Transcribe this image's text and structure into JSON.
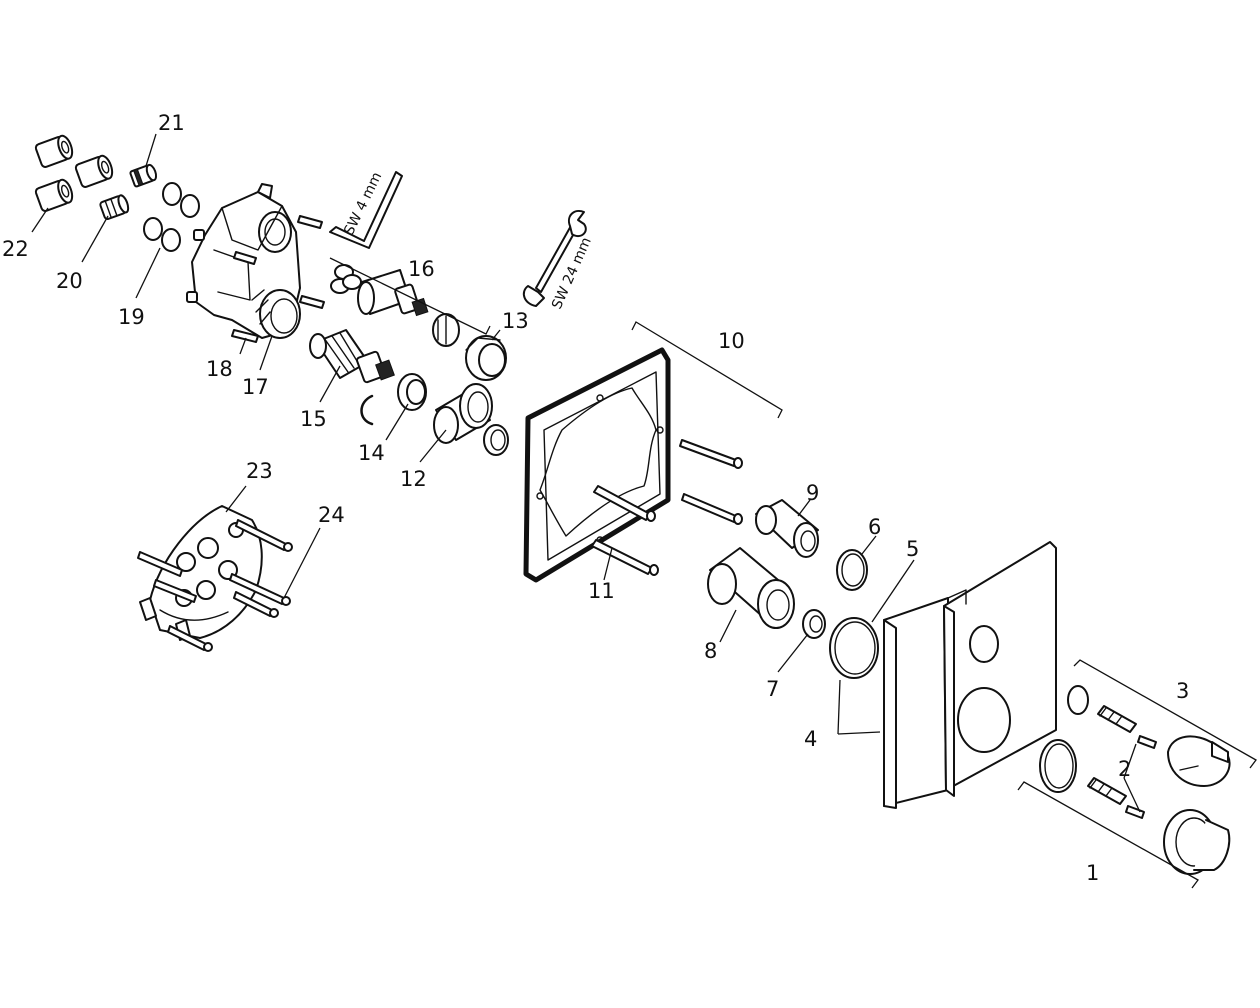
{
  "callouts": [
    "1",
    "2",
    "3",
    "4",
    "5",
    "6",
    "7",
    "8",
    "9",
    "10",
    "11",
    "12",
    "13",
    "14",
    "15",
    "16",
    "17",
    "18",
    "19",
    "20",
    "21",
    "22",
    "23",
    "24"
  ],
  "tools": {
    "hex_key": "SW 4 mm",
    "wrench": "SW 24 mm"
  },
  "colors": {
    "line": "#111111",
    "background": "#ffffff"
  }
}
